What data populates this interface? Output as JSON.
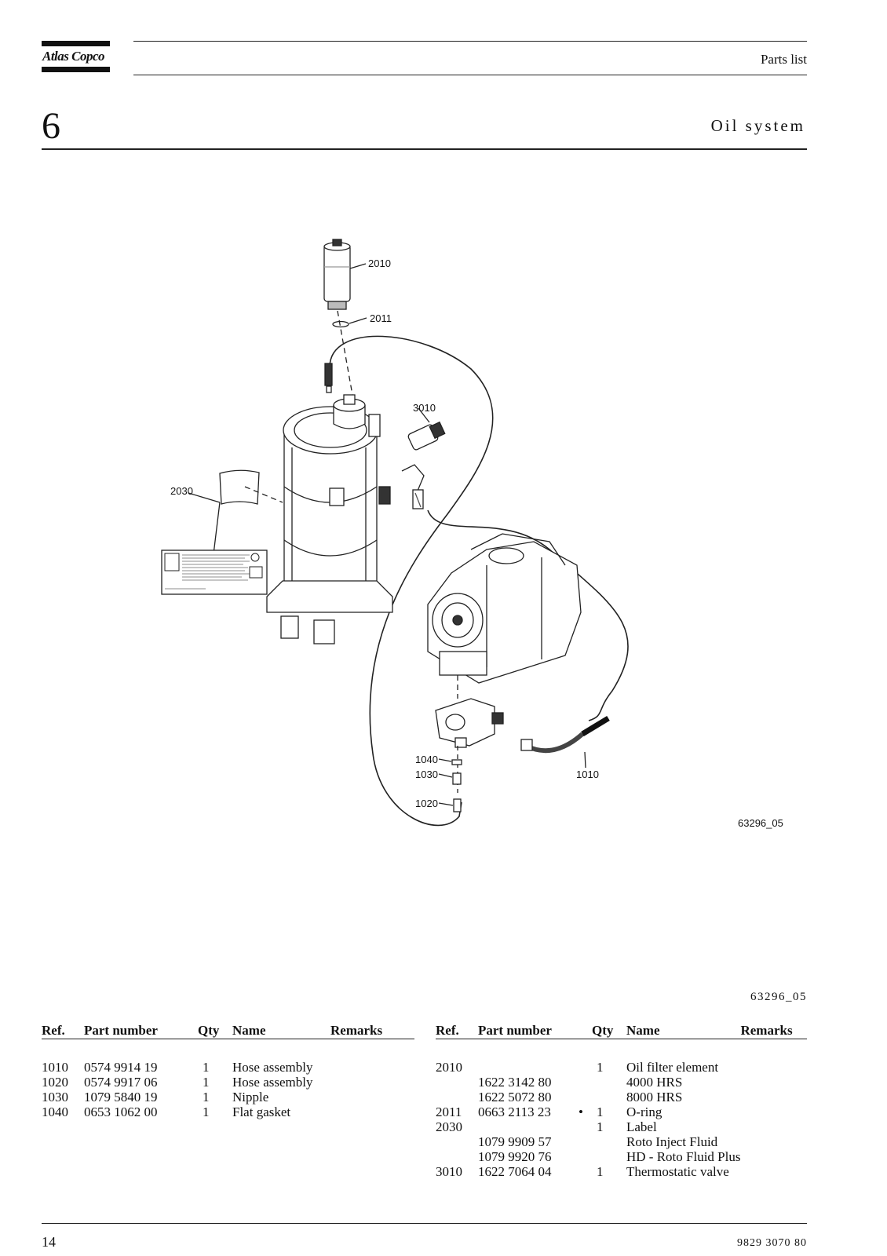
{
  "header": {
    "brand": "Atlas Copco",
    "section": "Parts list",
    "chapter_number": "6",
    "chapter_title": "Oil system"
  },
  "figure": {
    "callouts": [
      "2010",
      "2011",
      "3010",
      "2030",
      "1040",
      "1030",
      "1020",
      "1010"
    ],
    "drawing_id": "63296_05",
    "caption_id": "63296_05"
  },
  "table_headers": {
    "ref": "Ref.",
    "part_number": "Part number",
    "qty": "Qty",
    "name": "Name",
    "remarks": "Remarks"
  },
  "parts_left": [
    {
      "ref": "1010",
      "part": "0574 9914 19",
      "mark": "",
      "qty": "1",
      "name": "Hose assembly",
      "remarks": ""
    },
    {
      "ref": "1020",
      "part": "0574 9917 06",
      "mark": "",
      "qty": "1",
      "name": "Hose assembly",
      "remarks": ""
    },
    {
      "ref": "1030",
      "part": "1079 5840 19",
      "mark": "",
      "qty": "1",
      "name": "Nipple",
      "remarks": ""
    },
    {
      "ref": "1040",
      "part": "0653 1062 00",
      "mark": "",
      "qty": "1",
      "name": "Flat gasket",
      "remarks": ""
    }
  ],
  "parts_right": [
    {
      "ref": "2010",
      "part": "",
      "mark": "",
      "qty": "1",
      "name": "Oil filter element",
      "remarks": ""
    },
    {
      "ref": "",
      "part": "1622 3142 80",
      "mark": "",
      "qty": "",
      "name": "4000 HRS",
      "remarks": ""
    },
    {
      "ref": "",
      "part": "1622 5072 80",
      "mark": "",
      "qty": "",
      "name": "8000 HRS",
      "remarks": ""
    },
    {
      "ref": "2011",
      "part": "0663 2113 23",
      "mark": "•",
      "qty": "1",
      "name": "O-ring",
      "remarks": ""
    },
    {
      "ref": "2030",
      "part": "",
      "mark": "",
      "qty": "1",
      "name": "Label",
      "remarks": ""
    },
    {
      "ref": "",
      "part": "1079 9909 57",
      "mark": "",
      "qty": "",
      "name": "Roto Inject Fluid",
      "remarks": ""
    },
    {
      "ref": "",
      "part": "1079 9920 76",
      "mark": "",
      "qty": "",
      "name": "HD - Roto Fluid Plus",
      "remarks": ""
    },
    {
      "ref": "3010",
      "part": "1622 7064 04",
      "mark": "",
      "qty": "1",
      "name": "Thermostatic valve",
      "remarks": ""
    }
  ],
  "footer": {
    "page_number": "14",
    "doc_number": "9829 3070 80"
  }
}
